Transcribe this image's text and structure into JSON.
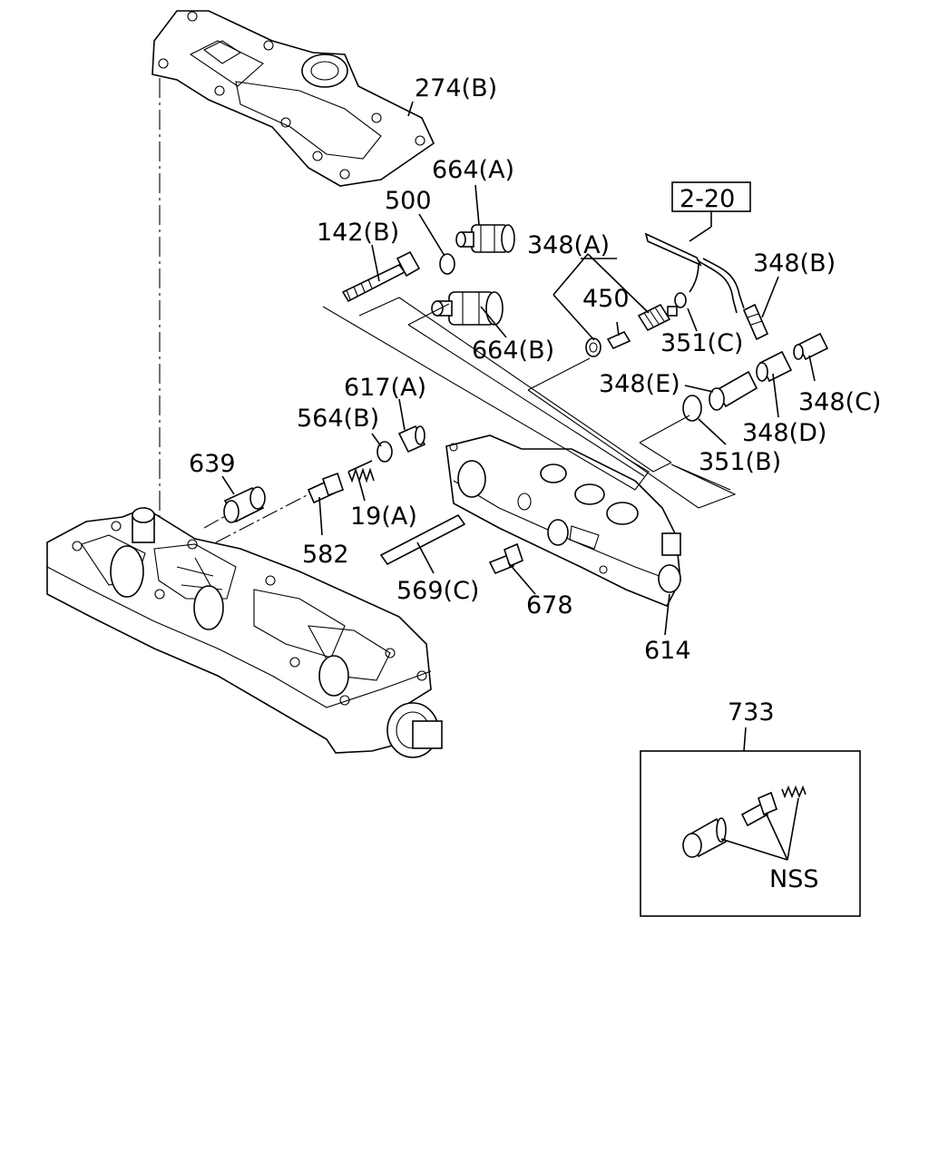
{
  "labels": {
    "l274b": "274(B)",
    "l664a": "664(A)",
    "l500": "500",
    "l142b": "142(B)",
    "l348a": "348(A)",
    "l450": "450",
    "l664b": "664(B)",
    "l220": "2-20",
    "l348b": "348(B)",
    "l351c": "351(C)",
    "l348e": "348(E)",
    "l348c": "348(C)",
    "l348d": "348(D)",
    "l351b": "351(B)",
    "l617a": "617(A)",
    "l564b": "564(B)",
    "l639": "639",
    "l19a": "19(A)",
    "l582": "582",
    "l569c": "569(C)",
    "l678": "678",
    "l614": "614",
    "l733": "733",
    "lnss": "NSS"
  }
}
